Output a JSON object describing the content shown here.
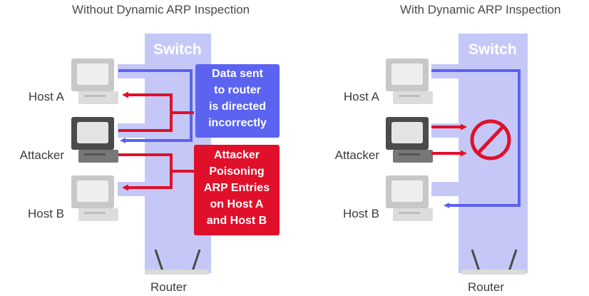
{
  "left_panel": {
    "title": "Without Dynamic ARP Inspection",
    "switch_label": "Switch",
    "hosts": [
      {
        "label": "Host A",
        "icon": "computer-icon"
      },
      {
        "label": "Attacker",
        "icon": "computer-icon"
      },
      {
        "label": "Host B",
        "icon": "computer-icon"
      }
    ],
    "router_label": "Router",
    "callout_blue": {
      "lines": [
        "Data sent",
        "to router",
        "is directed",
        "incorrectly"
      ],
      "color": "#5b63f0"
    },
    "callout_red": {
      "lines": [
        "Attacker",
        "Poisoning",
        "ARP Entries",
        "on Host A",
        "and Host B"
      ],
      "color": "#e0102a"
    }
  },
  "right_panel": {
    "title": "With Dynamic ARP Inspection",
    "switch_label": "Switch",
    "hosts": [
      {
        "label": "Host A",
        "icon": "computer-icon"
      },
      {
        "label": "Attacker",
        "icon": "computer-icon"
      },
      {
        "label": "Host B",
        "icon": "computer-icon"
      }
    ],
    "router_label": "Router",
    "block_icon": "prohibited-icon"
  },
  "colors": {
    "switch": "#c5c8f7",
    "data_path": "#5b63f0",
    "attack_path": "#e0102a"
  }
}
